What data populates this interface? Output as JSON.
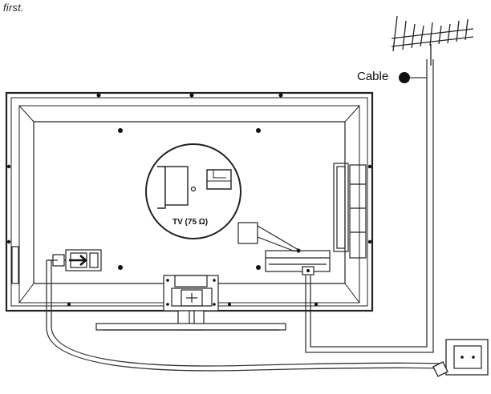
{
  "intro_text": "first.",
  "cable_label": "Cable",
  "port_label": "TV (75 Ω)"
}
